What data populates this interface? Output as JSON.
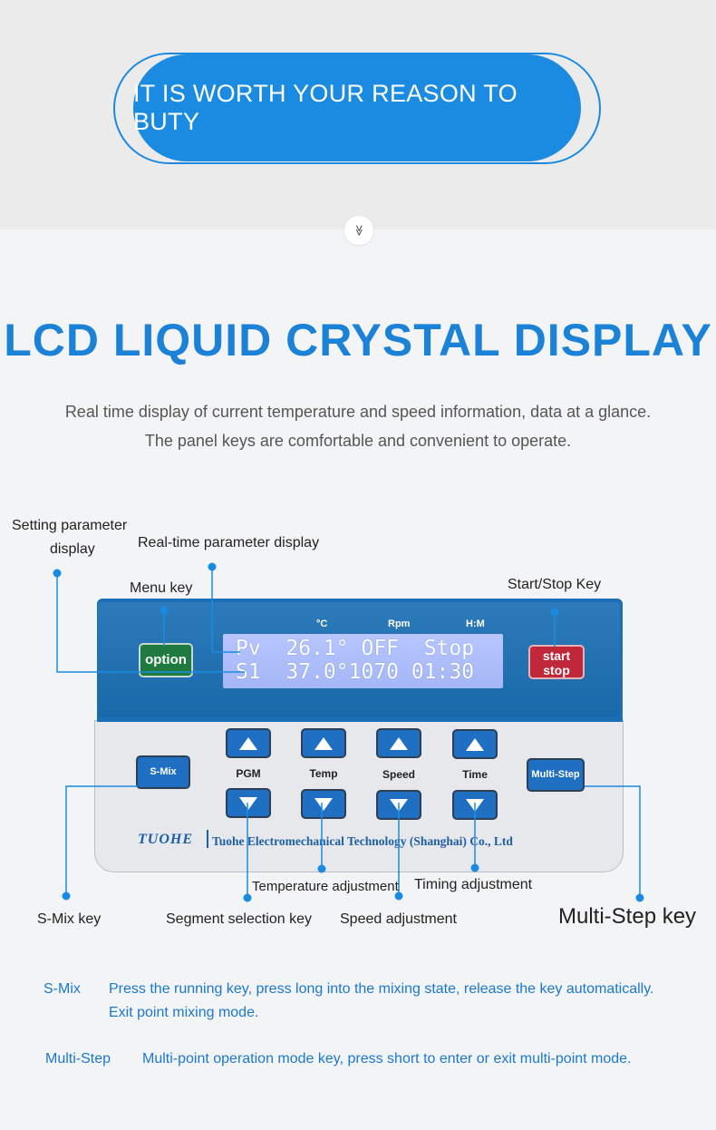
{
  "banner": {
    "text": "IT IS WORTH YOUR REASON TO BUTY",
    "scroll_glyph": "≫"
  },
  "heading": {
    "title": "LCD LIQUID CRYSTAL DISPLAY",
    "line1": "Real time display of current temperature and speed information, data at a glance.",
    "line2": "The panel keys are comfortable and convenient to operate."
  },
  "callouts": {
    "setting_param_line1": "Setting parameter",
    "setting_param_line2": "display",
    "realtime": "Real-time parameter display",
    "menu_key": "Menu key",
    "start_stop": "Start/Stop Key",
    "smix_key": "S-Mix key",
    "segment": "Segment selection key",
    "temperature": "Temperature adjustment",
    "timing": "Timing adjustment",
    "speed": "Speed adjustment",
    "multistep": "Multi-Step key"
  },
  "device": {
    "units": {
      "temp": "°C",
      "rpm": "Rpm",
      "time": "H:M"
    },
    "lcd_line1": "Pv  26.1° OFF  Stop",
    "lcd_line2": "S1  37.0°1070 01:30",
    "option_label": "option",
    "start_label": "start",
    "stop_label": "stop",
    "smix_label": "S-Mix",
    "multistep_label": "Multi-Step",
    "key_labels": {
      "pgm": "PGM",
      "temp": "Temp",
      "speed": "Speed",
      "time": "Time"
    },
    "brand": "TUOHE",
    "company": "Tuohe Electromechanical Technology (Shanghai) Co., Ltd"
  },
  "notes": [
    {
      "key": "S-Mix",
      "line1": "Press the running key, press long into the mixing state, release the key automatically.",
      "line2": "Exit point mixing mode."
    },
    {
      "key": "Multi-Step",
      "line1": "Multi-point operation mode key, press short to enter or exit multi-point mode."
    }
  ],
  "colors": {
    "accent": "#1b82d8",
    "panel_blue": "#1b6fb4",
    "callout": "#1b8be2"
  }
}
